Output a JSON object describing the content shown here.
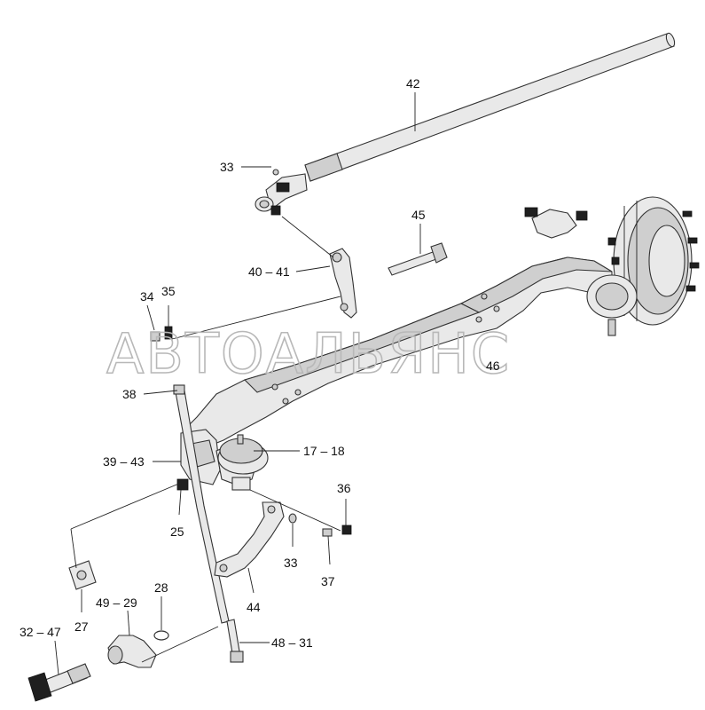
{
  "watermark": "АВТОАЛЬЯНС",
  "callouts": {
    "c42": "42",
    "c33a": "33",
    "c45": "45",
    "c40_41": "40 – 41",
    "c34": "34",
    "c35": "35",
    "c46": "46",
    "c38": "38",
    "c17_18": "17 – 18",
    "c39_43": "39 – 43",
    "c36": "36",
    "c25": "25",
    "c33b": "33",
    "c37": "37",
    "c44": "44",
    "c28": "28",
    "c49_29": "49 – 29",
    "c27": "27",
    "c32_47": "32 – 47",
    "c48_31": "48 – 31"
  },
  "icons": {
    "tie_rod": "tie-rod-icon",
    "axle_beam": "front-axle-beam-icon",
    "brake_drum": "brake-drum-icon",
    "brake_chamber": "brake-chamber-icon",
    "steering_arm": "steering-arm-icon",
    "king_pin": "king-pin-icon",
    "bolt": "bolt-icon",
    "plate": "cover-plate-icon",
    "ball_joint": "ball-joint-icon"
  }
}
